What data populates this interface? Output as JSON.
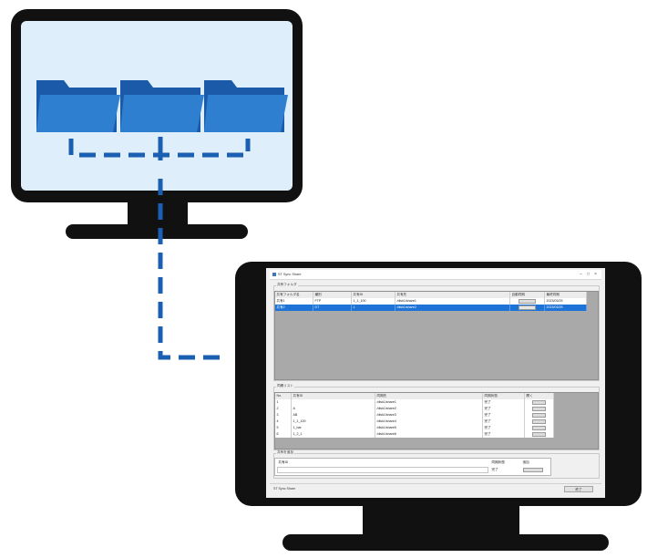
{
  "colors": {
    "bezel": "#111111",
    "screen_bg": "#dfeefb",
    "folder_back": "#1b5aa8",
    "folder_front": "#2f7fd1",
    "dashed_link": "#1b5fb3",
    "selection": "#1e73d6",
    "grid_empty": "#a9a9a9"
  },
  "icons": [
    "folder-icon",
    "folder-icon",
    "folder-icon"
  ],
  "app": {
    "title": "ST Sync Share",
    "window_controls": [
      "–",
      "□",
      "×"
    ],
    "shares": {
      "label": "共有フォルダ",
      "columns": [
        "共有フォルダ名",
        "種別",
        "共有ID",
        "共有先",
        "自動同期",
        "最終同期"
      ],
      "rows": [
        [
          "共有1",
          "FTP",
          "1_1_100",
          "/disk1/share1",
          "",
          "2023/03/25"
        ],
        [
          "共有2",
          "DT",
          "1",
          "/disk1/share2",
          "",
          "2023/03/25"
        ]
      ]
    },
    "sync_list": {
      "label": "同期リスト",
      "columns": [
        "No.",
        "共有ID",
        "同期先",
        "同期状態",
        "開く"
      ],
      "rows": [
        [
          "1",
          "",
          "/disk1/share1",
          "完了",
          ""
        ],
        [
          "2",
          "A",
          "/disk1/share2",
          "完了",
          ""
        ],
        [
          "3",
          "AB",
          "/disk1/share3",
          "完了",
          ""
        ],
        [
          "4",
          "1_1_100",
          "/disk1/share4",
          "完了",
          ""
        ],
        [
          "5",
          "1_bar",
          "/disk1/share5",
          "完了",
          ""
        ],
        [
          "6",
          "1_2_1",
          "/disk1/share6",
          "完了",
          ""
        ]
      ]
    },
    "add_share": {
      "label": "共有を追加",
      "fields": [
        "共有ID",
        "同期状態",
        "追加"
      ],
      "input_value": "",
      "state_value": "完了"
    },
    "button_label": "開く",
    "status": "ST Sync Share",
    "exit_label": "終了"
  }
}
